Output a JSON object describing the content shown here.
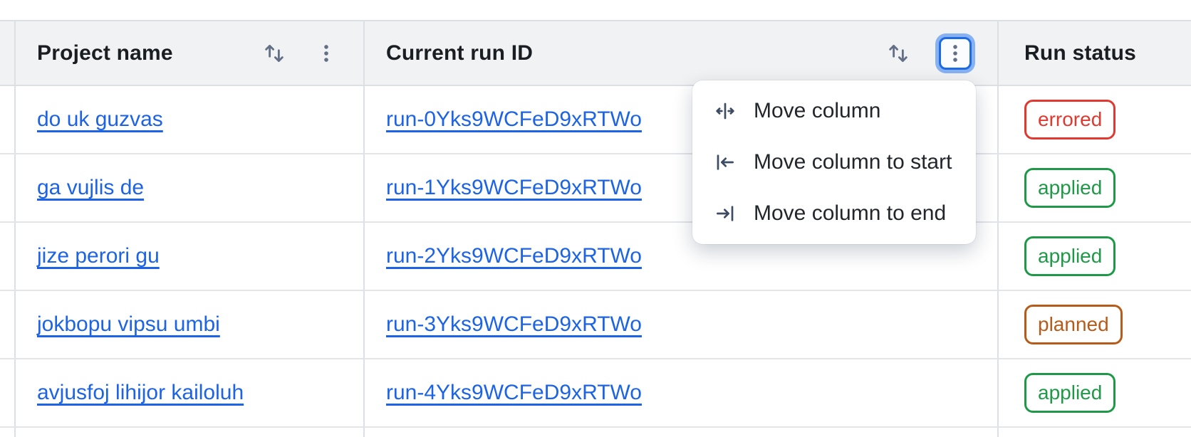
{
  "table": {
    "columns": [
      {
        "id": "project_name",
        "label": "Project name"
      },
      {
        "id": "current_run_id",
        "label": "Current run ID"
      },
      {
        "id": "run_status",
        "label": "Run status"
      }
    ],
    "rows": [
      {
        "project_name": "do uk guzvas",
        "run_id": "run-0Yks9WCFeD9xRTWo",
        "status": "errored"
      },
      {
        "project_name": "ga vujlis de",
        "run_id": "run-1Yks9WCFeD9xRTWo",
        "status": "applied"
      },
      {
        "project_name": "jize perori gu",
        "run_id": "run-2Yks9WCFeD9xRTWo",
        "status": "applied"
      },
      {
        "project_name": "jokbopu vipsu umbi",
        "run_id": "run-3Yks9WCFeD9xRTWo",
        "status": "planned"
      },
      {
        "project_name": "avjusfoj lihijor kailoluh",
        "run_id": "run-4Yks9WCFeD9xRTWo",
        "status": "applied"
      }
    ]
  },
  "column_menu": {
    "open_for_column": "Current run ID",
    "items": [
      {
        "label": "Move column",
        "icon": "move-column-icon"
      },
      {
        "label": "Move column to start",
        "icon": "move-column-to-start-icon"
      },
      {
        "label": "Move column to end",
        "icon": "move-column-to-end-icon"
      }
    ]
  },
  "colors": {
    "link": "#1D63E5",
    "header_background": "#F1F2F3",
    "focus_ring": "#1D6AE5",
    "status": {
      "errored": "#E03A30",
      "applied": "#1F9948",
      "planned": "#B65C1A"
    }
  }
}
